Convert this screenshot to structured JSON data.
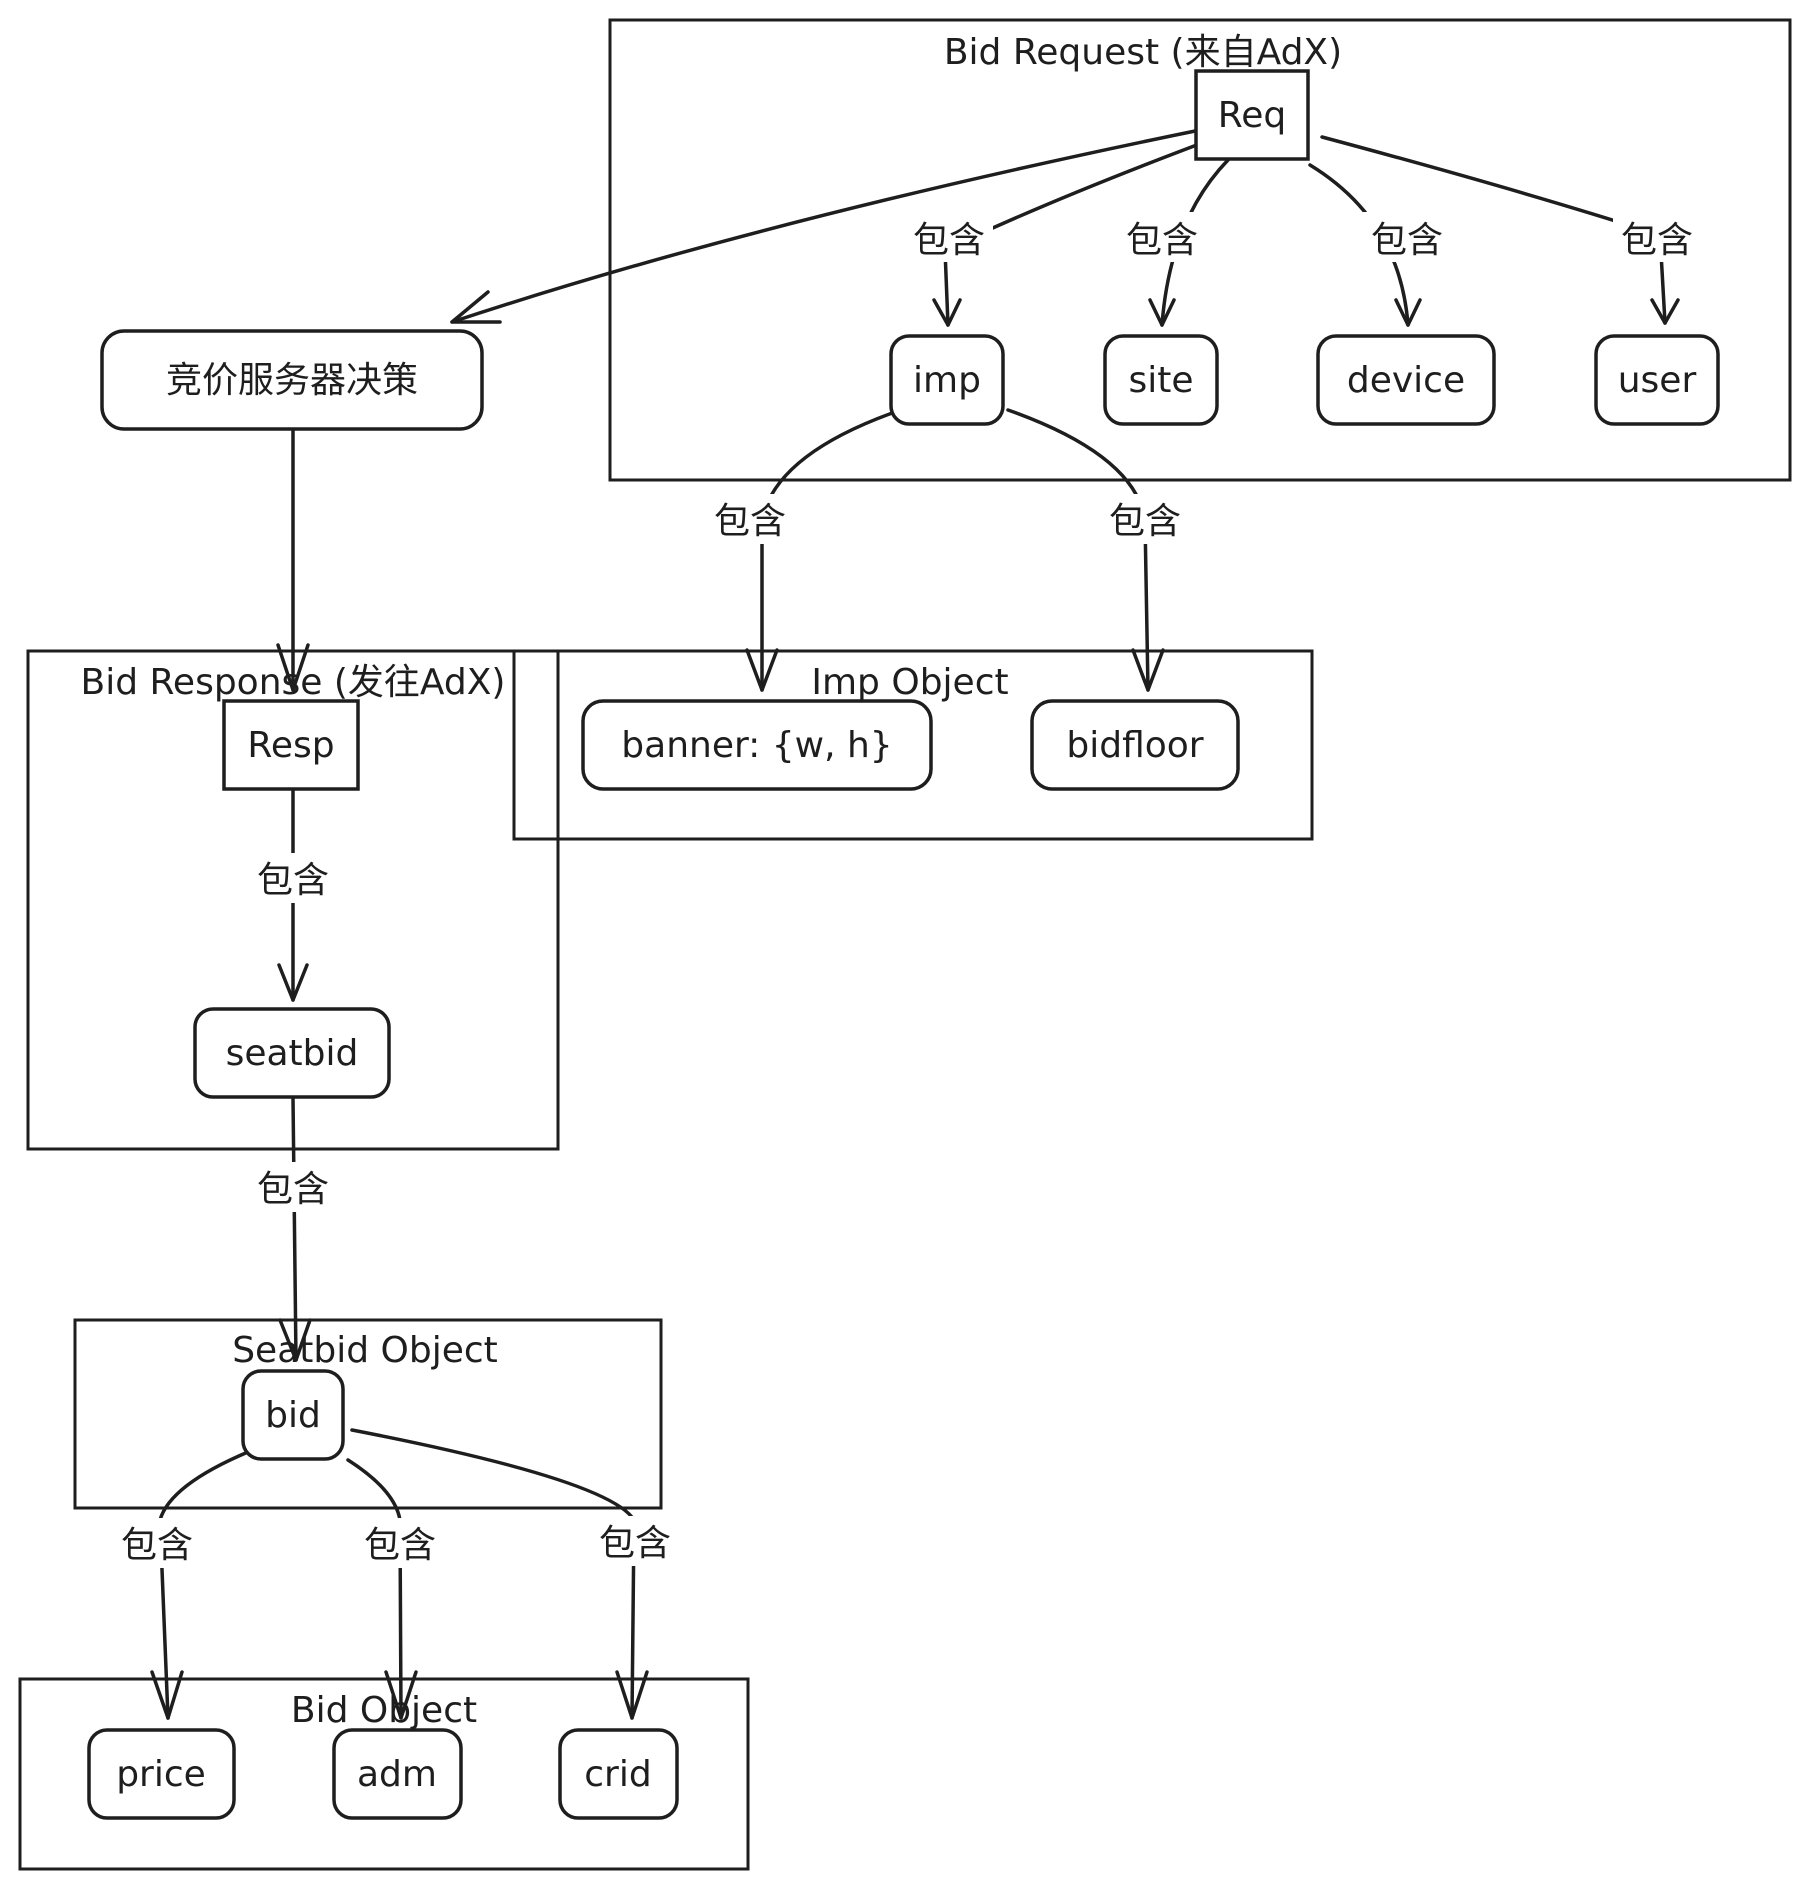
{
  "groups": {
    "bid_request": "Bid Request (来自AdX)",
    "imp_object": "Imp Object",
    "bid_response": "Bid Response (发往AdX)",
    "seatbid_object": "Seatbid Object",
    "bid_object": "Bid Object"
  },
  "nodes": {
    "req": "Req",
    "imp": "imp",
    "site": "site",
    "device": "device",
    "user": "user",
    "decision": "竞价服务器决策",
    "banner": "banner: {w, h}",
    "bidfloor": "bidfloor",
    "resp": "Resp",
    "seatbid": "seatbid",
    "bid": "bid",
    "price": "price",
    "adm": "adm",
    "crid": "crid"
  },
  "edges": {
    "req_imp": "包含",
    "req_site": "包含",
    "req_device": "包含",
    "req_user": "包含",
    "imp_banner": "包含",
    "imp_bidfloor": "包含",
    "resp_seatbid": "包含",
    "seatbid_bid": "包含",
    "bid_price": "包含",
    "bid_adm": "包含",
    "bid_crid": "包含"
  }
}
